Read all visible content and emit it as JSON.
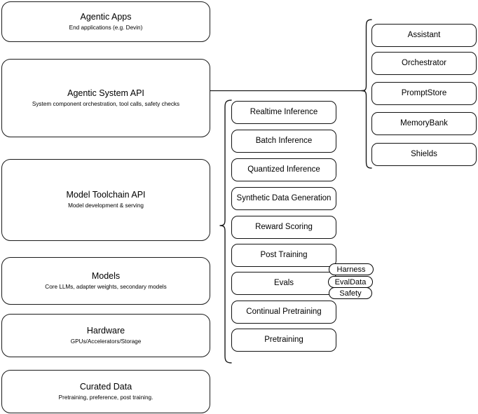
{
  "diagram": {
    "title": "AI Stack Architecture Diagram",
    "background_color": "#ffffff",
    "stroke_color": "#1a1a1a",
    "text_color": "#000000"
  },
  "stack_layers": [
    {
      "title": "Agentic Apps",
      "subtitle": "End applications (e.g. Devin)"
    },
    {
      "title": "Agentic System API",
      "subtitle": "System component orchestration, tool calls, safety checks"
    },
    {
      "title": "Model Toolchain API",
      "subtitle": "Model development & serving"
    },
    {
      "title": "Models",
      "subtitle": "Core LLMs, adapter weights, secondary models"
    },
    {
      "title": "Hardware",
      "subtitle": "GPUs/Accelerators/Storage"
    },
    {
      "title": "Curated Data",
      "subtitle": "Pretraining, preference, post training."
    }
  ],
  "toolchain_capabilities": [
    {
      "label": "Realtime Inference"
    },
    {
      "label": "Batch Inference"
    },
    {
      "label": "Quantized Inference"
    },
    {
      "label": "Synthetic Data Generation"
    },
    {
      "label": "Reward Scoring"
    },
    {
      "label": "Post Training"
    },
    {
      "label": "Evals"
    },
    {
      "label": "Continual Pretraining"
    },
    {
      "label": "Pretraining"
    }
  ],
  "eval_badges": [
    {
      "label": "Harness"
    },
    {
      "label": "EvalData"
    },
    {
      "label": "Safety"
    }
  ],
  "system_components": [
    {
      "label": "Assistant"
    },
    {
      "label": "Orchestrator"
    },
    {
      "label": "PromptStore"
    },
    {
      "label": "MemoryBank"
    },
    {
      "label": "Shields"
    }
  ],
  "connectors": {
    "system_api_to_components": "horizontal-line",
    "components_brace": "right-curly-brace",
    "toolchain_brace": "right-curly-brace"
  }
}
